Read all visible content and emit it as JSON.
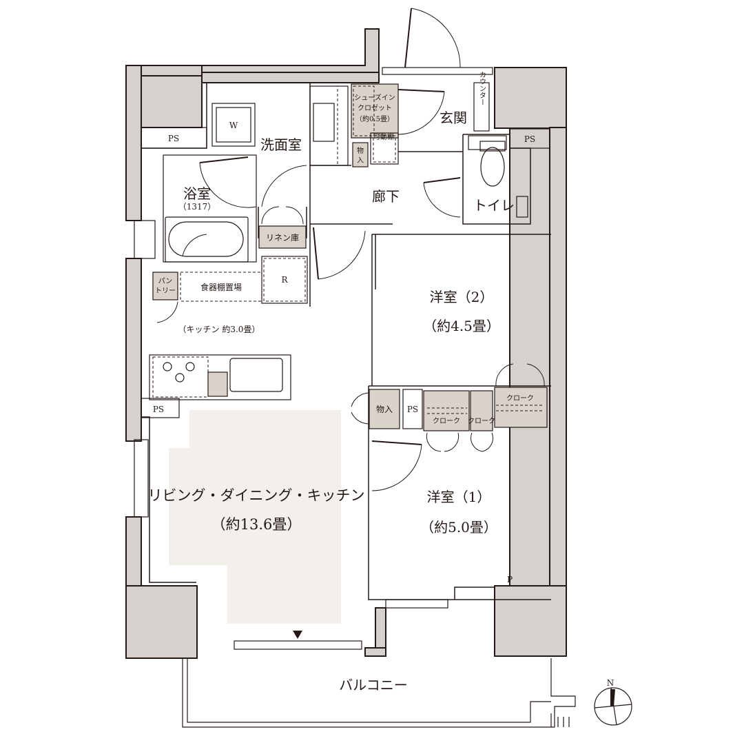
{
  "plan": {
    "rooms": {
      "ldk_name": "リビング・ダイニング・キッチン",
      "ldk_size": "（約13.6畳）",
      "room1_name": "洋室（1）",
      "room1_size": "（約5.0畳）",
      "room2_name": "洋室（2）",
      "room2_size": "（約4.5畳）",
      "kitchen": "（キッチン 約3.0畳）",
      "bath_name": "浴室",
      "bath_size": "（1317）",
      "washroom": "洗面室",
      "toilet": "トイレ",
      "hallway": "廊下",
      "entrance": "玄関",
      "balcony": "バルコニー"
    },
    "fixtures": {
      "shoes_closet_1": "シューズイン",
      "shoes_closet_2": "クロゼット",
      "shoes_closet_3": "（約0.5畳）",
      "movable_shelf": "可動棚",
      "counter": "カウンター",
      "linen": "リネン庫",
      "dish_shelf": "食器棚置場",
      "fridge": "R",
      "pantry_1": "パン",
      "pantry_2": "トリー",
      "storage": "物入",
      "storage_small_1": "物",
      "storage_small_2": "入",
      "closet_a": "クローク",
      "closet_b": "クローク",
      "closet_c": "クローク",
      "washer": "W",
      "pipe_space": "PS",
      "p_mark": "P"
    },
    "compass": {
      "north": "N"
    }
  }
}
